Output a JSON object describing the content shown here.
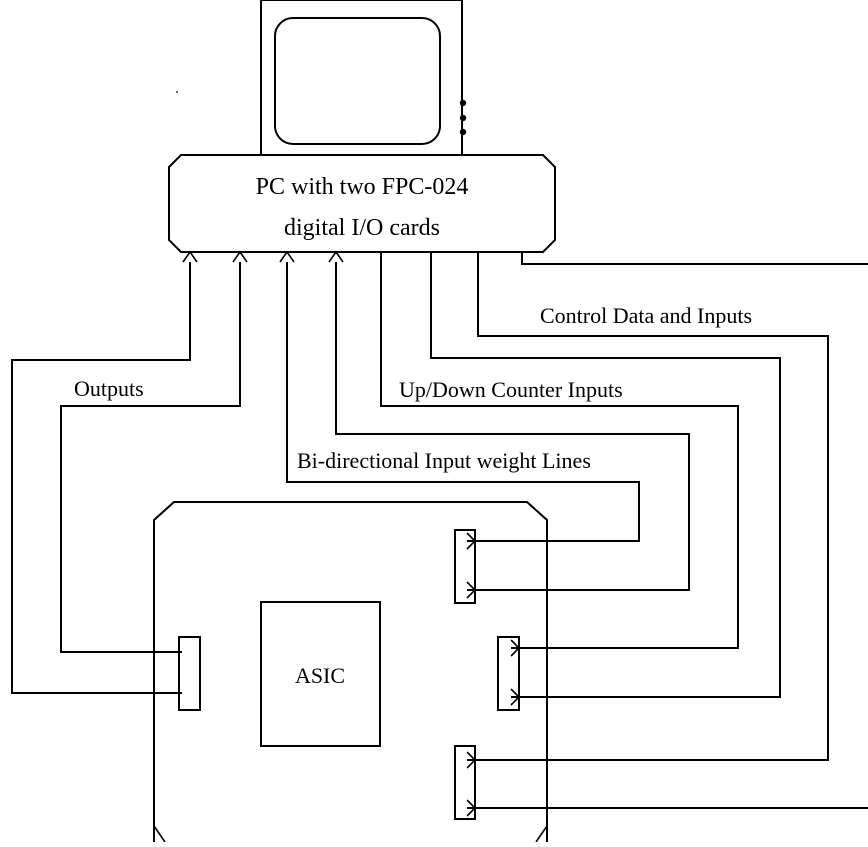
{
  "pc": {
    "line1": "PC with two FPC-024",
    "line2": "digital I/O cards"
  },
  "labels": {
    "outputs": "Outputs",
    "control": "Control Data and Inputs",
    "updown": "Up/Down Counter Inputs",
    "bidirectional": "Bi-directional Input weight Lines"
  },
  "board": {
    "chip_label": "ASIC"
  },
  "colors": {
    "stroke": "#000000",
    "background": "#ffffff"
  }
}
